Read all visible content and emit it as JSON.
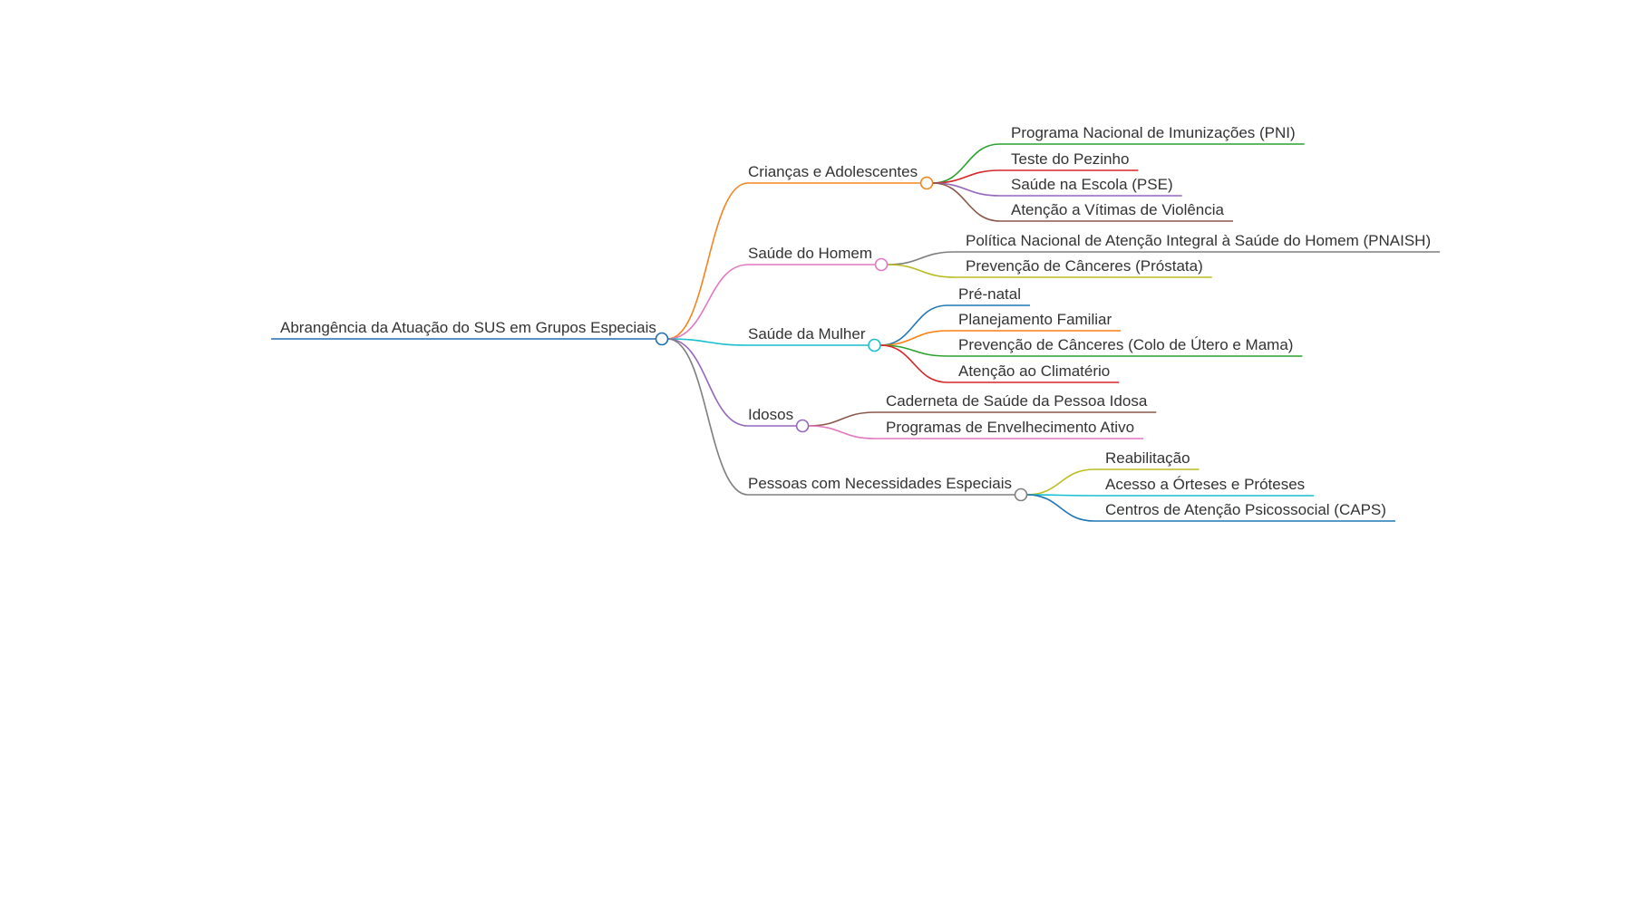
{
  "mindmap": {
    "root": {
      "label": "Abrangência da Atuação do SUS em Grupos Especiais",
      "color": "#1f6fb2"
    },
    "branches": [
      {
        "label": "Crianças e Adolescentes",
        "color": "#f28522",
        "children": [
          {
            "label": "Programa Nacional de Imunizações (PNI)",
            "color": "#2ca02c"
          },
          {
            "label": "Teste do Pezinho",
            "color": "#d62728"
          },
          {
            "label": "Saúde na Escola (PSE)",
            "color": "#9467bd"
          },
          {
            "label": "Atenção a Vítimas de Violência",
            "color": "#8c564b"
          }
        ]
      },
      {
        "label": "Saúde do Homem",
        "color": "#e377c2",
        "children": [
          {
            "label": "Política Nacional de Atenção Integral à Saúde do Homem (PNAISH)",
            "color": "#7f7f7f"
          },
          {
            "label": "Prevenção de Cânceres (Próstata)",
            "color": "#bcbd22"
          }
        ]
      },
      {
        "label": "Saúde da Mulher",
        "color": "#17becf",
        "children": [
          {
            "label": "Pré-natal",
            "color": "#1f77b4"
          },
          {
            "label": "Planejamento Familiar",
            "color": "#ff7f0e"
          },
          {
            "label": "Prevenção de Cânceres (Colo de Útero e Mama)",
            "color": "#2ca02c"
          },
          {
            "label": "Atenção ao Climatério",
            "color": "#d62728"
          }
        ]
      },
      {
        "label": "Idosos",
        "color": "#9467bd",
        "children": [
          {
            "label": "Caderneta de Saúde da Pessoa Idosa",
            "color": "#8c564b"
          },
          {
            "label": "Programas de Envelhecimento Ativo",
            "color": "#e377c2"
          }
        ]
      },
      {
        "label": "Pessoas com Necessidades Especiais",
        "color": "#7f7f7f",
        "children": [
          {
            "label": "Reabilitação",
            "color": "#bcbd22"
          },
          {
            "label": "Acesso a Órteses e Próteses",
            "color": "#17becf"
          },
          {
            "label": "Centros de Atenção Psicossocial (CAPS)",
            "color": "#1f77b4"
          }
        ]
      }
    ]
  }
}
